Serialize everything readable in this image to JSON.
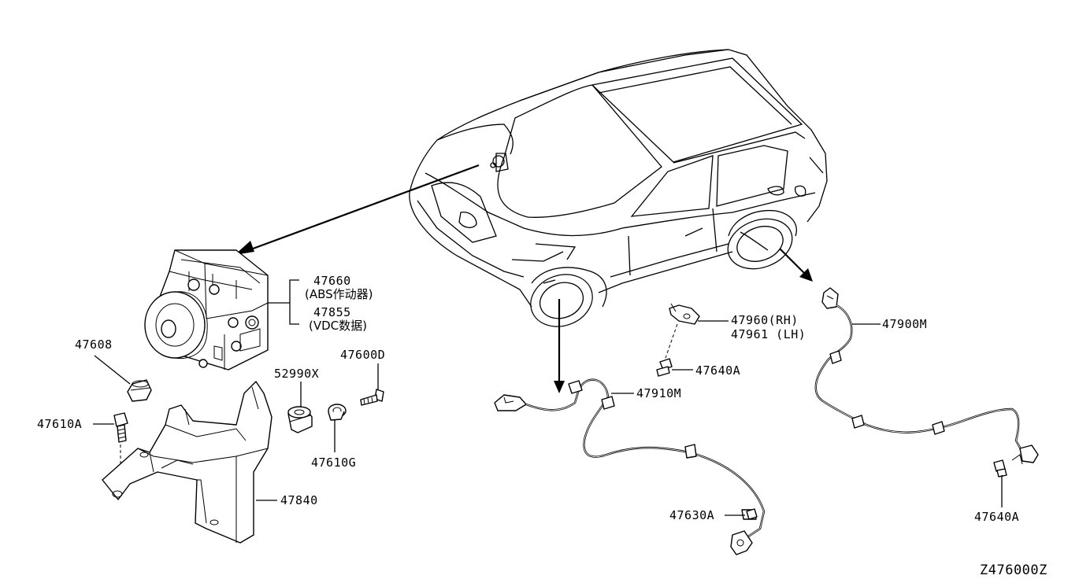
{
  "diagram_id": "Z476000Z",
  "labels": {
    "actuator_no": "47660",
    "actuator_desc": "(ABS作动器)",
    "data_no": "47855",
    "data_desc": "(VDC数据)",
    "mount_bush": "47608",
    "bolt_a": "47610A",
    "bracket": "47840",
    "grommet": "52990X",
    "collar": "47610G",
    "bolt_d": "47600D",
    "sensor_front": "47910M",
    "bolt_front": "47630A",
    "sensor_bracket_rh": "47960(RH)",
    "sensor_bracket_lh": "47961 (LH)",
    "bolt_bracket": "47640A",
    "sensor_rear": "47900M",
    "bolt_rear": "47640A"
  },
  "icons": [
    "car-outline",
    "abs-actuator",
    "arrow-icon",
    "bolt-icon",
    "sensor-harness"
  ]
}
